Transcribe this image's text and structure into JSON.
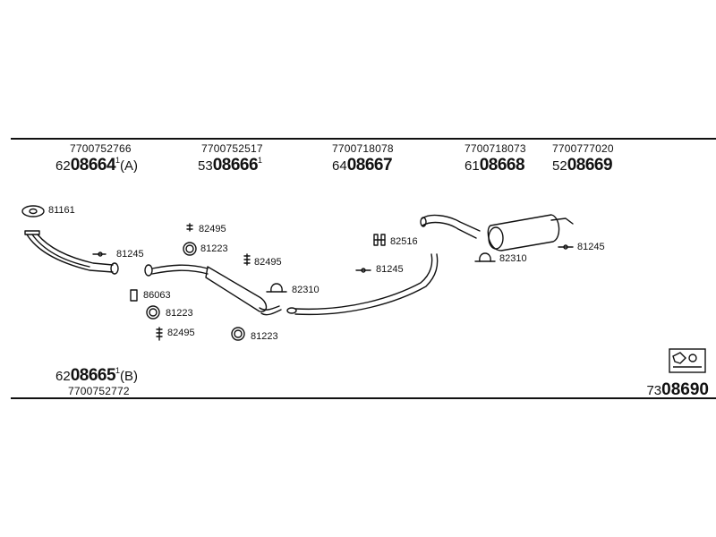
{
  "top_parts": [
    {
      "oem": "7700752766",
      "prefix": "62",
      "number": "08664",
      "superscript": "1",
      "suffix": "(A)"
    },
    {
      "oem": "7700752517",
      "prefix": "53",
      "number": "08666",
      "superscript": "1",
      "suffix": ""
    },
    {
      "oem": "7700718078",
      "prefix": "64",
      "number": "08667",
      "superscript": "",
      "suffix": ""
    },
    {
      "oem": "7700718073",
      "prefix": "61",
      "number": "08668",
      "superscript": "",
      "suffix": ""
    },
    {
      "oem": "7700777020",
      "prefix": "52",
      "number": "08669",
      "superscript": "",
      "suffix": ""
    }
  ],
  "bottom_part": {
    "oem": "7700752772",
    "prefix": "62",
    "number": "08665",
    "superscript": "1",
    "suffix": "(B)"
  },
  "reference": {
    "prefix": "73",
    "number": "08690"
  },
  "component_labels": {
    "gasket_front": "81161",
    "bolt_front": "81245",
    "spring_a": "82495",
    "ring_a": "81223",
    "spring_b": "82495",
    "clamp_center": "82310",
    "sleeve_left": "86063",
    "ring_b": "81223",
    "spring_c": "82495",
    "ring_c": "81223",
    "hanger_center": "82516",
    "bolt_center": "81245",
    "clamp_rear": "82310",
    "bolt_rear": "81245"
  },
  "colors": {
    "line": "#111111",
    "background": "#ffffff"
  }
}
